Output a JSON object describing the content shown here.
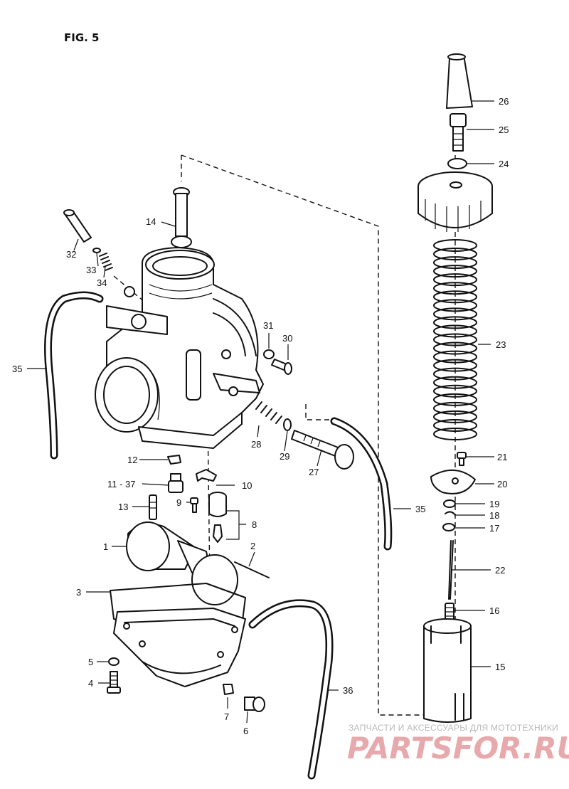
{
  "figure": {
    "title": "FIG. 5"
  },
  "callouts": [
    {
      "id": "26",
      "label": "26"
    },
    {
      "id": "25",
      "label": "25"
    },
    {
      "id": "24",
      "label": "24"
    },
    {
      "id": "23",
      "label": "23"
    },
    {
      "id": "21",
      "label": "21"
    },
    {
      "id": "20",
      "label": "20"
    },
    {
      "id": "19",
      "label": "19"
    },
    {
      "id": "18",
      "label": "18"
    },
    {
      "id": "17",
      "label": "17"
    },
    {
      "id": "22",
      "label": "22"
    },
    {
      "id": "16",
      "label": "16"
    },
    {
      "id": "15",
      "label": "15"
    },
    {
      "id": "14",
      "label": "14"
    },
    {
      "id": "32",
      "label": "32"
    },
    {
      "id": "33",
      "label": "33"
    },
    {
      "id": "34",
      "label": "34"
    },
    {
      "id": "35-left",
      "label": "35"
    },
    {
      "id": "31",
      "label": "31"
    },
    {
      "id": "30",
      "label": "30"
    },
    {
      "id": "28",
      "label": "28"
    },
    {
      "id": "29",
      "label": "29"
    },
    {
      "id": "27",
      "label": "27"
    },
    {
      "id": "35-right",
      "label": "35"
    },
    {
      "id": "12",
      "label": "12"
    },
    {
      "id": "11-37",
      "label": "11 - 37"
    },
    {
      "id": "10",
      "label": "10"
    },
    {
      "id": "9",
      "label": "9"
    },
    {
      "id": "13",
      "label": "13"
    },
    {
      "id": "8",
      "label": "8"
    },
    {
      "id": "1",
      "label": "1"
    },
    {
      "id": "2",
      "label": "2"
    },
    {
      "id": "3",
      "label": "3"
    },
    {
      "id": "5",
      "label": "5"
    },
    {
      "id": "4",
      "label": "4"
    },
    {
      "id": "7",
      "label": "7"
    },
    {
      "id": "6",
      "label": "6"
    },
    {
      "id": "36",
      "label": "36"
    }
  ],
  "watermark": {
    "caption": "ЗАПЧАСТИ И АКСЕССУАРЫ ДЛЯ МОТОТЕХНИКИ",
    "logo": "PARTSFOR.RU",
    "color": "#e7a9ab"
  }
}
